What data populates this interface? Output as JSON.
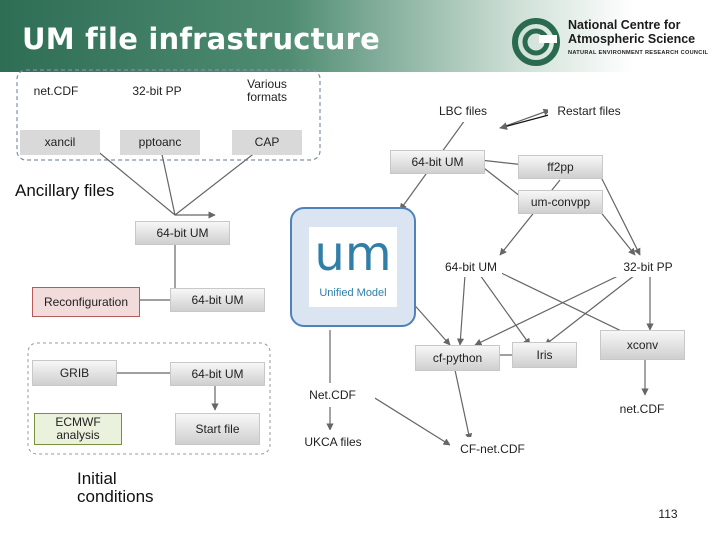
{
  "header": {
    "title": "UM file infrastructure"
  },
  "logo": {
    "org_line1": "National Centre for",
    "org_line2": "Atmospheric Science",
    "org_sub": "NATURAL ENVIRONMENT RESEARCH COUNCIL",
    "colors": {
      "ring": "#2a6a4f",
      "text": "#1c1c1c"
    }
  },
  "center": {
    "letters": "um",
    "caption": "Unified Model"
  },
  "nodes": {
    "netcdf_top": "net.CDF",
    "pp32_top": "32-bit PP",
    "various_formats": "Various formats",
    "xancil": "xancil",
    "pptoanc": "pptoanc",
    "cap": "CAP",
    "ancillary_files": "Ancillary files",
    "lbc_files": "LBC files",
    "restart_files": "Restart files",
    "um64_a": "64-bit UM",
    "ff2pp": "ff2pp",
    "um_convpp": "um-convpp",
    "um64_left": "64-bit UM",
    "um64_right": "64-bit UM",
    "pp32_right": "32-bit PP",
    "reconfiguration": "Reconfiguration",
    "um64_mid": "64-bit UM",
    "cf_python": "cf-python",
    "iris": "Iris",
    "xconv": "xconv",
    "grib": "GRIB",
    "um64_low": "64-bit UM",
    "netcdf_mid": "Net.CDF",
    "netcdf_right": "net.CDF",
    "ecmwf": "ECMWF analysis",
    "start_file": "Start file",
    "ukca_files": "UKCA files",
    "cf_netcdf": "CF-net.CDF",
    "initial_conditions": "Initial conditions"
  },
  "footer": {
    "page_number": "113"
  },
  "colors": {
    "header_green": "#2e6e55",
    "red_fill": "#f2dcdb",
    "red_border": "#b55b58",
    "green_fill": "#eaf1dd",
    "green_border": "#76923c",
    "um_fill": "#dbe5f1",
    "um_border": "#4f81bd"
  }
}
